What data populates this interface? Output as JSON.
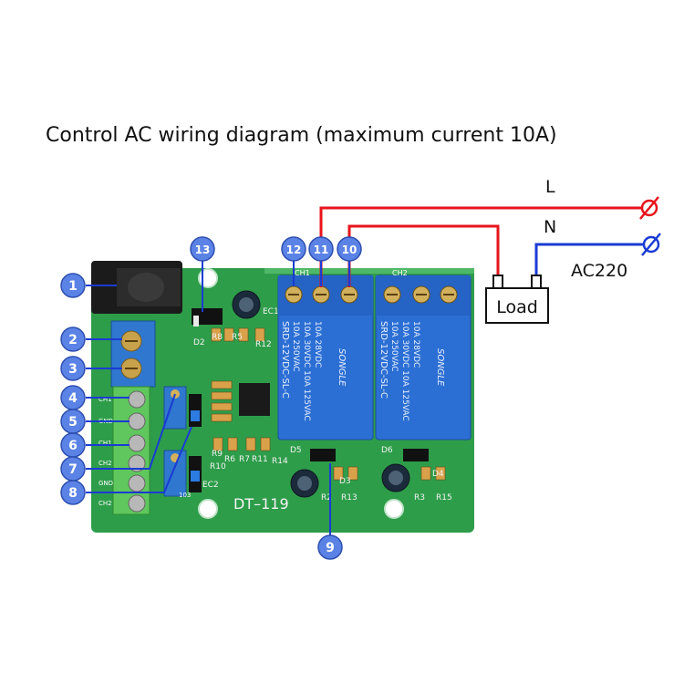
{
  "title": "Control AC wiring diagram (maximum current 10A)",
  "labels": {
    "line": "L",
    "neutral": "N",
    "supply": "AC220",
    "load": "Load"
  },
  "board": {
    "model": "DT–119",
    "relay_text_1": "10A 250VAC",
    "relay_text_2": "10A 30VDC  10A 125VAC",
    "relay_text_3": "10A 28VDC",
    "relay_model": "SRD-12VDC-SL-C",
    "relay_brand": "SONGLE",
    "channel_1": "CH1",
    "channel_2": "CH2",
    "terminal_labels": [
      "CH1",
      "GND",
      "CH1",
      "CH2",
      "GND",
      "CH2"
    ],
    "silk": [
      "D2",
      "R8",
      "R5",
      "R12",
      "EC1",
      "R9",
      "R10",
      "R6",
      "R7",
      "R11",
      "R14",
      "EC2",
      "D5",
      "D3",
      "R2",
      "R13",
      "D6",
      "D4",
      "R3",
      "R15",
      "103"
    ]
  },
  "callouts": [
    "1",
    "2",
    "3",
    "4",
    "5",
    "6",
    "7",
    "8",
    "9",
    "10",
    "11",
    "12",
    "13"
  ],
  "colors": {
    "line_wire": "#e8141b",
    "neutral_wire": "#1a3bd4",
    "callout": "#5b83e6",
    "pcb": "#2e9d4a"
  }
}
